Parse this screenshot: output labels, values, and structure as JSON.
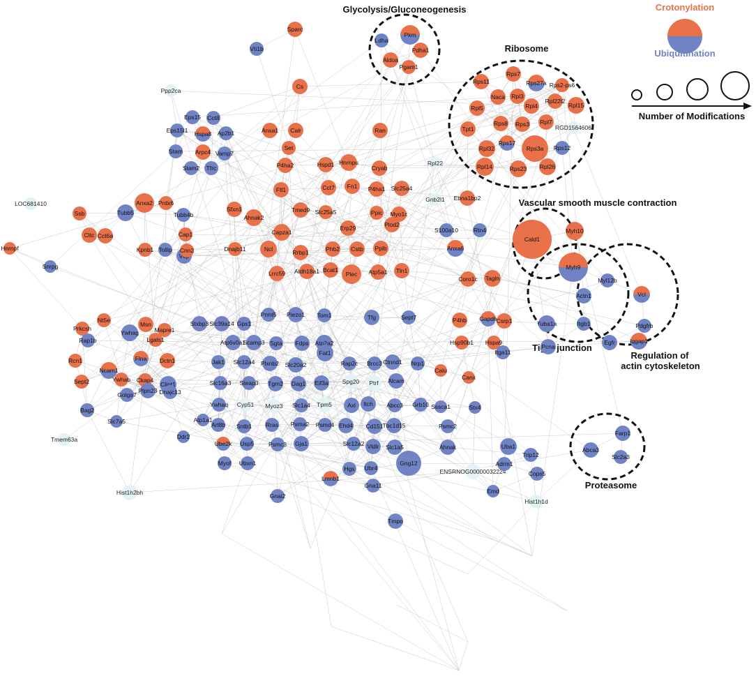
{
  "colors": {
    "crotonylation": "#e8714a",
    "ubiquitination": "#7083c5",
    "none": "#e3f3f5",
    "edge": "#b9b9b9",
    "ring": "#111111"
  },
  "legend": {
    "crotonylation_label": "Crotonylation",
    "ubiquitination_label": "Ubiquitination",
    "size_label": "Number of Modifications"
  },
  "clusters": [
    {
      "id": "glycolysis",
      "label": "Glycolysis/Gluconeogenesis"
    },
    {
      "id": "ribosome",
      "label": "Ribosome"
    },
    {
      "id": "vascular",
      "label": "Vascular smooth muscle contraction"
    },
    {
      "id": "tight",
      "label": "Tight junction"
    },
    {
      "id": "actin",
      "label": "Regulation of actin cytoskeleton",
      "lines": [
        "Regulation of",
        "actin cytoskeleton"
      ]
    },
    {
      "id": "proteasome",
      "label": "Proteasome"
    }
  ],
  "nodes": [
    {
      "label": "Sparc",
      "type": "c"
    },
    {
      "label": "Vti1b",
      "type": "u"
    },
    {
      "label": "Pkm",
      "type": "m"
    },
    {
      "label": "Ldha",
      "type": "u"
    },
    {
      "label": "Pdha1",
      "type": "c"
    },
    {
      "label": "Aldoa",
      "type": "c"
    },
    {
      "label": "Pgam1",
      "type": "c"
    },
    {
      "label": "Ppp2ca",
      "type": "n"
    },
    {
      "label": "Cs",
      "type": "c"
    },
    {
      "label": "Eps15",
      "type": "u"
    },
    {
      "label": "Cct8",
      "type": "u"
    },
    {
      "label": "Eps15l1",
      "type": "u"
    },
    {
      "label": "Hspa8",
      "type": "m"
    },
    {
      "label": "Ap2b1",
      "type": "u"
    },
    {
      "label": "Stam",
      "type": "u"
    },
    {
      "label": "Arpc4",
      "type": "c"
    },
    {
      "label": "Vamp7",
      "type": "u"
    },
    {
      "label": "Stam2",
      "type": "u"
    },
    {
      "label": "Tfrc",
      "type": "u"
    },
    {
      "label": "Anxa1",
      "type": "c"
    },
    {
      "label": "Calr",
      "type": "c"
    },
    {
      "label": "Ran",
      "type": "c"
    },
    {
      "label": "Set",
      "type": "c"
    },
    {
      "label": "P4ha2",
      "type": "c"
    },
    {
      "label": "Hspd1",
      "type": "c"
    },
    {
      "label": "Hnrnpu",
      "type": "c"
    },
    {
      "label": "Cryab",
      "type": "c"
    },
    {
      "label": "Rpl22",
      "type": "n"
    },
    {
      "label": "Rps11",
      "type": "c"
    },
    {
      "label": "Rps7",
      "type": "c"
    },
    {
      "label": "Rps27a",
      "type": "m"
    },
    {
      "label": "Rps2-ps6",
      "type": "c"
    },
    {
      "label": "Naca",
      "type": "c"
    },
    {
      "label": "Rpl3",
      "type": "c"
    },
    {
      "label": "Rpl5",
      "type": "c"
    },
    {
      "label": "Rpl4",
      "type": "c"
    },
    {
      "label": "Rpl22l2",
      "type": "c"
    },
    {
      "label": "Rpl15",
      "type": "c"
    },
    {
      "label": "Tpt1",
      "type": "c"
    },
    {
      "label": "Rps8",
      "type": "c"
    },
    {
      "label": "Rps3",
      "type": "c"
    },
    {
      "label": "Rpl7",
      "type": "c"
    },
    {
      "label": "RGD1564606",
      "type": "n"
    },
    {
      "label": "Rpl32",
      "type": "c"
    },
    {
      "label": "Rps17",
      "type": "m"
    },
    {
      "label": "Rps3a",
      "type": "c"
    },
    {
      "label": "Rps12",
      "type": "u"
    },
    {
      "label": "Rpl14",
      "type": "c"
    },
    {
      "label": "Rps23",
      "type": "c"
    },
    {
      "label": "Rpl26",
      "type": "c"
    },
    {
      "label": "LOC681410",
      "type": "n"
    },
    {
      "label": "Ftl1",
      "type": "c"
    },
    {
      "label": "Cct7",
      "type": "c"
    },
    {
      "label": "Fn1",
      "type": "c"
    },
    {
      "label": "P4ha1",
      "type": "c"
    },
    {
      "label": "Slc25a4",
      "type": "c"
    },
    {
      "label": "Gnb2l1",
      "type": "n"
    },
    {
      "label": "Ebna1bp2",
      "type": "c"
    },
    {
      "label": "Anxa2",
      "type": "c"
    },
    {
      "label": "Prdx6",
      "type": "c"
    },
    {
      "label": "Tubb5",
      "type": "u"
    },
    {
      "label": "Tubb4b",
      "type": "u"
    },
    {
      "label": "Sfxn1",
      "type": "c"
    },
    {
      "label": "Tmed9",
      "type": "c"
    },
    {
      "label": "Slc25a5",
      "type": "c"
    },
    {
      "label": "Ppic",
      "type": "c"
    },
    {
      "label": "Myo1c",
      "type": "c"
    },
    {
      "label": "Ahnak2",
      "type": "c"
    },
    {
      "label": "Erp29",
      "type": "c"
    },
    {
      "label": "Plod2",
      "type": "c"
    },
    {
      "label": "S100a10",
      "type": "u"
    },
    {
      "label": "Rtn4",
      "type": "u"
    },
    {
      "label": "Ssb",
      "type": "c"
    },
    {
      "label": "Cap1",
      "type": "c"
    },
    {
      "label": "Capza1",
      "type": "c"
    },
    {
      "label": "Hnrnpf",
      "type": "c"
    },
    {
      "label": "Cltc",
      "type": "c"
    },
    {
      "label": "Cct6a",
      "type": "c"
    },
    {
      "label": "Snrpg",
      "type": "u"
    },
    {
      "label": "Kpnb1",
      "type": "c"
    },
    {
      "label": "Tollip",
      "type": "u"
    },
    {
      "label": "Vcp",
      "type": "u"
    },
    {
      "label": "Cnn2",
      "type": "c"
    },
    {
      "label": "Dnajb11",
      "type": "c"
    },
    {
      "label": "Ncl",
      "type": "c"
    },
    {
      "label": "Rrbp1",
      "type": "c"
    },
    {
      "label": "Phb2",
      "type": "c"
    },
    {
      "label": "Cstb",
      "type": "c"
    },
    {
      "label": "Ppib",
      "type": "c"
    },
    {
      "label": "Anxa6",
      "type": "m"
    },
    {
      "label": "Cald1",
      "type": "c"
    },
    {
      "label": "Myh10",
      "type": "c"
    },
    {
      "label": "Lrrc59",
      "type": "c"
    },
    {
      "label": "Aldh18a1",
      "type": "c"
    },
    {
      "label": "Bcat1",
      "type": "c"
    },
    {
      "label": "Plec",
      "type": "c"
    },
    {
      "label": "Atp5a1",
      "type": "c"
    },
    {
      "label": "Tln1",
      "type": "c"
    },
    {
      "label": "Coro1c",
      "type": "c"
    },
    {
      "label": "Tagln",
      "type": "c"
    },
    {
      "label": "Myh9",
      "type": "m"
    },
    {
      "label": "Myl12b",
      "type": "u"
    },
    {
      "label": "Actn1",
      "type": "u"
    },
    {
      "label": "Vcl",
      "type": "m"
    },
    {
      "label": "Nt5e",
      "type": "c"
    },
    {
      "label": "Prkcsh",
      "type": "c"
    },
    {
      "label": "Msn",
      "type": "c"
    },
    {
      "label": "Mapre1",
      "type": "c"
    },
    {
      "label": "Stxbp3",
      "type": "u"
    },
    {
      "label": "Slc39a14",
      "type": "u"
    },
    {
      "label": "Gps1",
      "type": "u"
    },
    {
      "label": "Prmt5",
      "type": "u"
    },
    {
      "label": "Piezo1",
      "type": "u"
    },
    {
      "label": "Tom1",
      "type": "u"
    },
    {
      "label": "Sept7",
      "type": "u"
    },
    {
      "label": "P4hb",
      "type": "c"
    },
    {
      "label": "Gapdh",
      "type": "m"
    },
    {
      "label": "Csrp1",
      "type": "c"
    },
    {
      "label": "Tuba1a",
      "type": "u"
    },
    {
      "label": "Itgb1",
      "type": "u"
    },
    {
      "label": "Pdgfrb",
      "type": "u"
    },
    {
      "label": "Rap1b",
      "type": "u"
    },
    {
      "label": "Ywhag",
      "type": "u"
    },
    {
      "label": "Lgals1",
      "type": "c"
    },
    {
      "label": "Atp6v0a1",
      "type": "u"
    },
    {
      "label": "Scamp3",
      "type": "u"
    },
    {
      "label": "Sgta",
      "type": "u"
    },
    {
      "label": "Fdps",
      "type": "u"
    },
    {
      "label": "Atp2a2",
      "type": "u"
    },
    {
      "label": "Tfg",
      "type": "u"
    },
    {
      "label": "Hsp90b1",
      "type": "c"
    },
    {
      "label": "Hspa9",
      "type": "c"
    },
    {
      "label": "Pcna",
      "type": "u"
    },
    {
      "label": "Egfr",
      "type": "u"
    },
    {
      "label": "Iqgap1",
      "type": "m"
    },
    {
      "label": "Rcn1",
      "type": "c"
    },
    {
      "label": "Ncam1",
      "type": "m"
    },
    {
      "label": "Flna",
      "type": "m"
    },
    {
      "label": "Dctn1",
      "type": "c"
    },
    {
      "label": "Jak1",
      "type": "u"
    },
    {
      "label": "Slc12a4",
      "type": "u"
    },
    {
      "label": "Plxnb2",
      "type": "u"
    },
    {
      "label": "Slc20a2",
      "type": "u"
    },
    {
      "label": "Fat1",
      "type": "u"
    },
    {
      "label": "Rap2c",
      "type": "u"
    },
    {
      "label": "Brcc3",
      "type": "u"
    },
    {
      "label": "Ctnnd1",
      "type": "u"
    },
    {
      "label": "Nrp1",
      "type": "u"
    },
    {
      "label": "Itga11",
      "type": "u"
    },
    {
      "label": "Sept2",
      "type": "c"
    },
    {
      "label": "Ywhab",
      "type": "c"
    },
    {
      "label": "Ckap4",
      "type": "c"
    },
    {
      "label": "Clint1",
      "type": "u"
    },
    {
      "label": "Slc16a3",
      "type": "u"
    },
    {
      "label": "Steap3",
      "type": "u"
    },
    {
      "label": "Tgm2",
      "type": "u"
    },
    {
      "label": "Dag1",
      "type": "u"
    },
    {
      "label": "Eif3a",
      "type": "u"
    },
    {
      "label": "Spg20",
      "type": "n"
    },
    {
      "label": "Ptrf",
      "type": "n"
    },
    {
      "label": "Alcam",
      "type": "u"
    },
    {
      "label": "Calu",
      "type": "c"
    },
    {
      "label": "Canx",
      "type": "c"
    },
    {
      "label": "Bag2",
      "type": "u"
    },
    {
      "label": "Golga7",
      "type": "u"
    },
    {
      "label": "Ptpn23",
      "type": "u"
    },
    {
      "label": "Dnajc13",
      "type": "u"
    },
    {
      "label": "Ywhaq",
      "type": "u"
    },
    {
      "label": "Cyp51",
      "type": "n"
    },
    {
      "label": "Myoz3",
      "type": "n"
    },
    {
      "label": "Slc1a4",
      "type": "u"
    },
    {
      "label": "Tpm5",
      "type": "n"
    },
    {
      "label": "Axl",
      "type": "u"
    },
    {
      "label": "Itch",
      "type": "u"
    },
    {
      "label": "Abcc3",
      "type": "u"
    },
    {
      "label": "Grb10",
      "type": "u"
    },
    {
      "label": "Sssca1",
      "type": "u"
    },
    {
      "label": "Stx4",
      "type": "u"
    },
    {
      "label": "Slc7a5",
      "type": "u"
    },
    {
      "label": "Tmem63a",
      "type": "n"
    },
    {
      "label": "Atp1a1",
      "type": "u"
    },
    {
      "label": "Ddr2",
      "type": "u"
    },
    {
      "label": "Arl8b",
      "type": "u"
    },
    {
      "label": "Sntb1",
      "type": "u"
    },
    {
      "label": "Rras",
      "type": "u"
    },
    {
      "label": "Psma2",
      "type": "u"
    },
    {
      "label": "Psmd4",
      "type": "u"
    },
    {
      "label": "Ehd4",
      "type": "u"
    },
    {
      "label": "Cd151",
      "type": "u"
    },
    {
      "label": "Tbc1d15",
      "type": "u"
    },
    {
      "label": "Psmc2",
      "type": "u"
    },
    {
      "label": "Abca3",
      "type": "u"
    },
    {
      "label": "Farp1",
      "type": "u"
    },
    {
      "label": "Ube2k",
      "type": "m"
    },
    {
      "label": "Usp5",
      "type": "u"
    },
    {
      "label": "Psmc3",
      "type": "u"
    },
    {
      "label": "Gja1",
      "type": "u"
    },
    {
      "label": "Slc12a2",
      "type": "u"
    },
    {
      "label": "Vldlr",
      "type": "u"
    },
    {
      "label": "Slc1a5",
      "type": "u"
    },
    {
      "label": "Ahnak",
      "type": "u"
    },
    {
      "label": "Uba1",
      "type": "u"
    },
    {
      "label": "Trip12",
      "type": "u"
    },
    {
      "label": "Slc2a3",
      "type": "u"
    },
    {
      "label": "Myof",
      "type": "u"
    },
    {
      "label": "Ubxn1",
      "type": "u"
    },
    {
      "label": "Hgs",
      "type": "u"
    },
    {
      "label": "Ubr4",
      "type": "u"
    },
    {
      "label": "Gng12",
      "type": "u"
    },
    {
      "label": "ENSRNOG00000032224",
      "type": "n"
    },
    {
      "label": "Adrm1",
      "type": "u"
    },
    {
      "label": "Cops5",
      "type": "u"
    },
    {
      "label": "Hist1h2bh",
      "type": "n"
    },
    {
      "label": "Lmnb1",
      "type": "m"
    },
    {
      "label": "Gna11",
      "type": "u"
    },
    {
      "label": "Gnai2",
      "type": "u"
    },
    {
      "label": "Hist1h1d",
      "type": "n"
    },
    {
      "label": "Emd",
      "type": "u"
    },
    {
      "label": "Tmpo",
      "type": "u"
    }
  ]
}
